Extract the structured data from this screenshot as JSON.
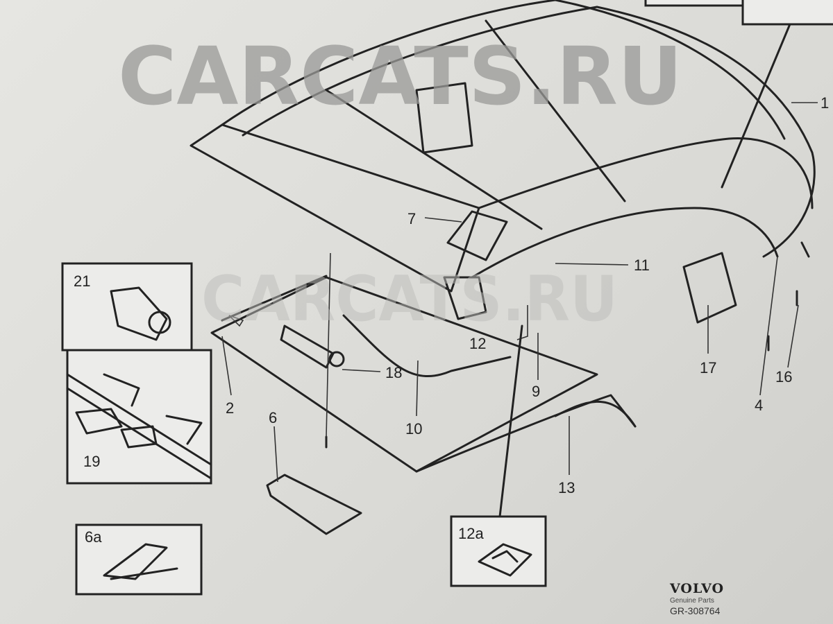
{
  "watermark": {
    "primary": "CARCATS.RU",
    "secondary": "CARCATS.RU"
  },
  "callouts": {
    "c1": "1",
    "c2": "2",
    "c4": "4",
    "c6": "6",
    "c6a": "6a",
    "c7": "7",
    "c9": "9",
    "c10": "10",
    "c11": "11",
    "c12": "12",
    "c12a": "12a",
    "c13": "13",
    "c16": "16",
    "c17": "17",
    "c18": "18",
    "c19": "19",
    "c21": "21"
  },
  "footer": {
    "brand": "VOLVO",
    "subtitle": "Genuine Parts",
    "code": "GR-308764"
  }
}
